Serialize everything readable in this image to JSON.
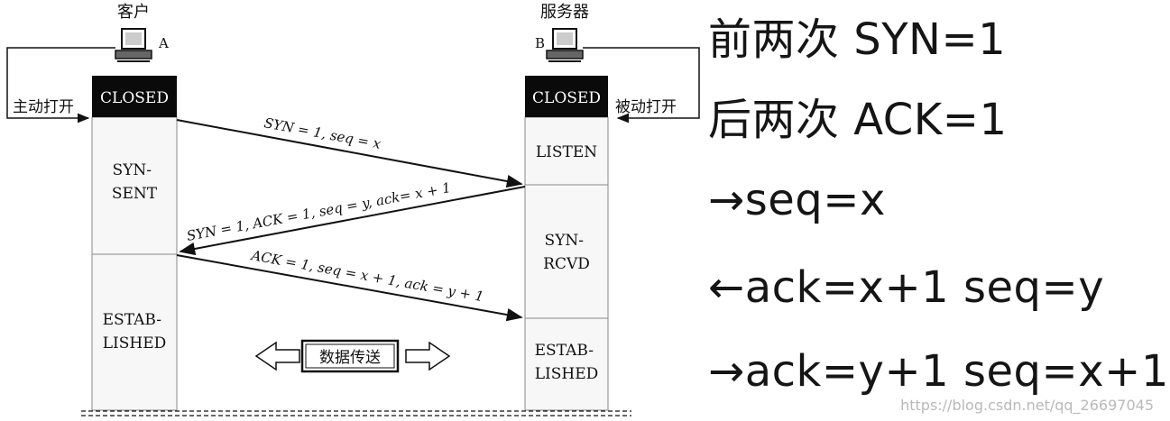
{
  "client": {
    "title": "客户",
    "host_label": "A",
    "open_label": "主动打开",
    "states": [
      "CLOSED",
      "SYN-\nSENT",
      "ESTAB-\nLISHED"
    ]
  },
  "server": {
    "title": "服务器",
    "host_label": "B",
    "open_label": "被动打开",
    "states": [
      "CLOSED",
      "LISTEN",
      "SYN-\nRCVD",
      "ESTAB-\nLISHED"
    ]
  },
  "messages": [
    {
      "label": "SYN = 1, seq = x",
      "direction": "client-to-server"
    },
    {
      "label": "SYN = 1, ACK = 1, seq = y, ack= x + 1",
      "direction": "server-to-client"
    },
    {
      "label": "ACK = 1, seq = x + 1, ack = y + 1",
      "direction": "client-to-server"
    }
  ],
  "transfer_label": "数据传送",
  "notes": [
    "前两次 SYN=1",
    "后两次 ACK=1",
    "→seq=x",
    "←ack=x+1 seq=y",
    "→ack=y+1 seq=x+1"
  ],
  "watermark": "https://blog.csdn.net/qq_26697045"
}
